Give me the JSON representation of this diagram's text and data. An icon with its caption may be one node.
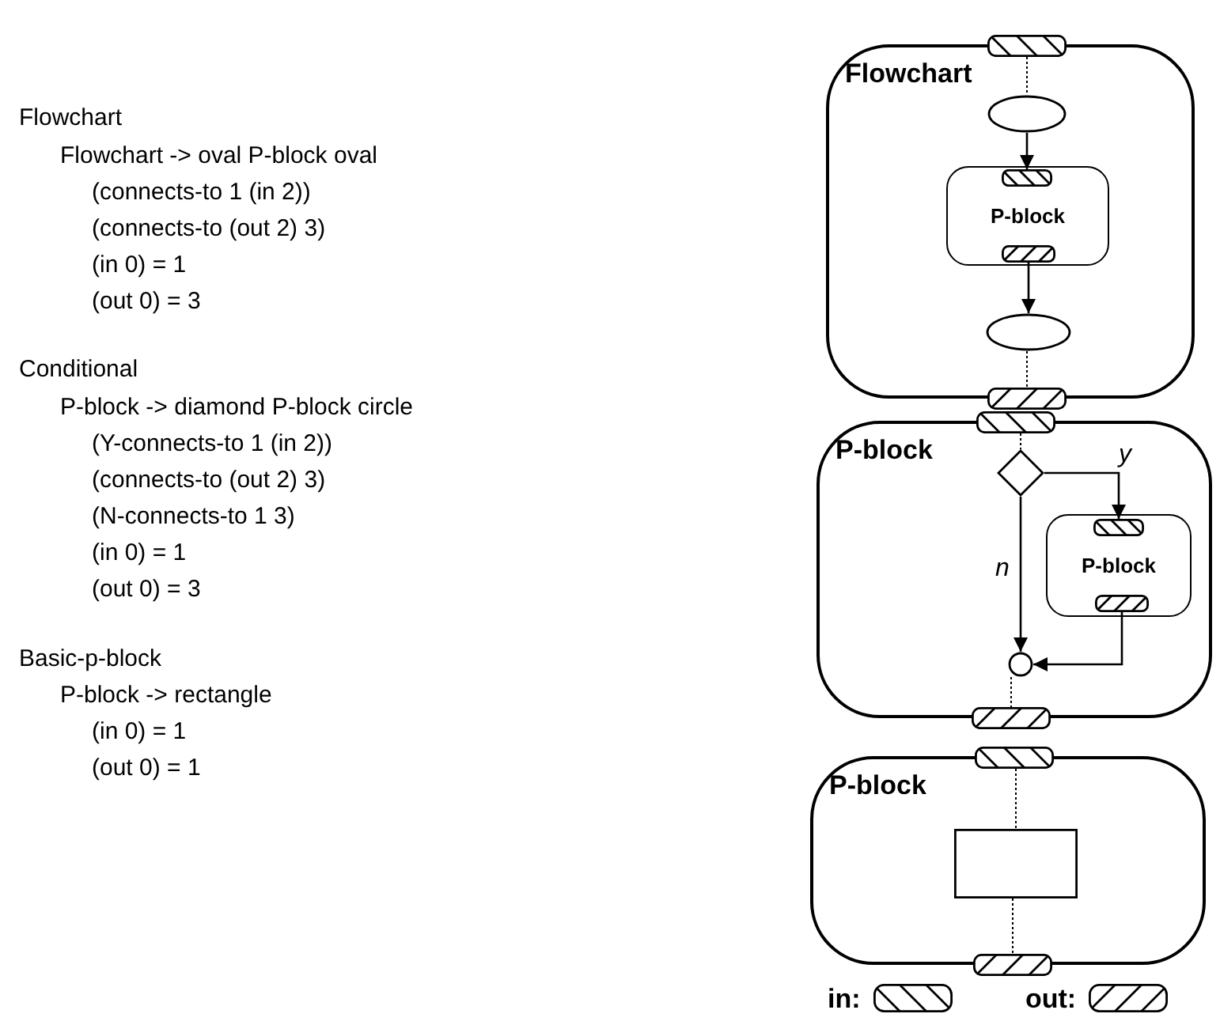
{
  "diagram": {
    "nodes": [
      {
        "text": [
          "Flowchart"
        ]
      },
      {
        "text": [],
        "shape": "bar"
      },
      {
        "text": [],
        "shape": "ellipse",
        "in": 0
      },
      {
        "text": [
          "P-block"
        ],
        "in": 0
      },
      {
        "text": [],
        "shape": "bar",
        "in": 3
      },
      {
        "text": [],
        "shape": "bar",
        "in": 3
      },
      {
        "text": [],
        "shape": "ellipse",
        "in": 0
      },
      {
        "text": [],
        "shape": "bar"
      },
      {
        "text": [
          "P-block"
        ]
      },
      {
        "text": [],
        "shape": "bar"
      },
      {
        "text": [],
        "shape": "diamond",
        "in": 8
      },
      {
        "text": [
          "P-block"
        ],
        "in": 8
      },
      {
        "text": [],
        "shape": "bar",
        "in": 11
      },
      {
        "text": [],
        "shape": "bar",
        "in": 11
      },
      {
        "text": [],
        "shape": "circle",
        "in": 8
      },
      {
        "text": [],
        "shape": "bar"
      },
      {
        "text": [
          "P-block"
        ]
      },
      {
        "text": [],
        "shape": "bar"
      },
      {
        "text": [],
        "shape": "box",
        "in": 16
      },
      {
        "text": [],
        "shape": "bar"
      }
    ],
    "edges": [
      {
        "from": 1,
        "to": 2,
        "arrow": "none",
        "style": "dashed"
      },
      {
        "from": 2,
        "to": 4,
        "arrow": "to"
      },
      {
        "from": 5,
        "to": 6,
        "arrow": "to"
      },
      {
        "from": 6,
        "to": 7,
        "arrow": "none",
        "style": "dashed"
      },
      {
        "from": 9,
        "to": 10,
        "arrow": "none",
        "style": "dashed"
      },
      {
        "from": 10,
        "to": 12,
        "arrow": "to",
        "label": "y"
      },
      {
        "from": 10,
        "to": 14,
        "arrow": "to",
        "label": "n"
      },
      {
        "from": 13,
        "to": 14,
        "arrow": "to"
      },
      {
        "from": 14,
        "to": 15,
        "arrow": "none",
        "style": "dashed"
      },
      {
        "from": 17,
        "to": 18,
        "arrow": "none",
        "style": "dashed"
      },
      {
        "from": 18,
        "to": 19,
        "arrow": "none",
        "style": "dashed"
      }
    ],
    "labels": [
      "Flowchart",
      "Flowchart -> oval P-block oval",
      "(connects-to 1 (in 2))",
      "(connects-to (out 2) 3)",
      "(in 0) = 1",
      "(out 0) = 3",
      "Conditional",
      "P-block -> diamond P-block circle",
      "(Y-connects-to 1 (in 2))",
      "(connects-to (out 2) 3)",
      "(N-connects-to 1 3)",
      "(in 0) = 1",
      "(out 0) = 3",
      "Basic-p-block",
      "P-block -> rectangle",
      "(in 0) = 1",
      "(out 0) = 1"
    ],
    "legend": [
      {
        "text": "in:"
      },
      {
        "text": "out:"
      }
    ]
  }
}
